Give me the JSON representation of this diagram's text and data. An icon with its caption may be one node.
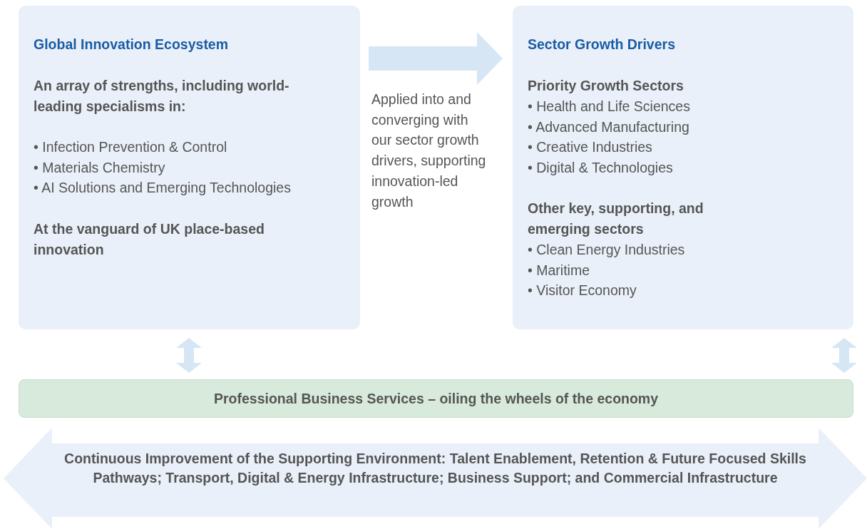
{
  "diagram": {
    "nodes": [
      {
        "text": [
          "Global Innovation Ecosystem",
          "An array of strengths, including world-leading specialisms in:",
          "• Infection Prevention & Control",
          "• Materials Chemistry",
          "• AI Solutions and Emerging Technologies",
          "At the vanguard of UK place-based innovation"
        ]
      },
      {
        "text": [
          "Sector Growth Drivers",
          "Priority Growth Sectors",
          "• Health and Life Sciences",
          "• Advanced Manufacturing",
          "• Creative Industries",
          "• Digital & Technologies",
          "Other key, supporting, and emerging sectors",
          "• Clean Energy Industries",
          "• Maritime",
          "• Visitor Economy"
        ]
      },
      {
        "text": [
          "Professional Business Services – oiling the wheels of the economy"
        ]
      },
      {
        "text": [
          "Continuous Improvement of the Supporting Environment: Talent Enablement, Retention & Future Focused Skills Pathways; Transport, Digital & Energy Infrastructure; Business Support; and Commercial Infrastructure"
        ]
      }
    ],
    "edges": [
      {
        "from": 0,
        "to": 1,
        "arrow": "to",
        "style": "thick",
        "label": "Applied into and converging with our sector growth drivers, supporting innovation-led growth"
      },
      {
        "from": 0,
        "to": 2,
        "arrow": "both"
      },
      {
        "from": 1,
        "to": 2,
        "arrow": "both"
      }
    ]
  }
}
